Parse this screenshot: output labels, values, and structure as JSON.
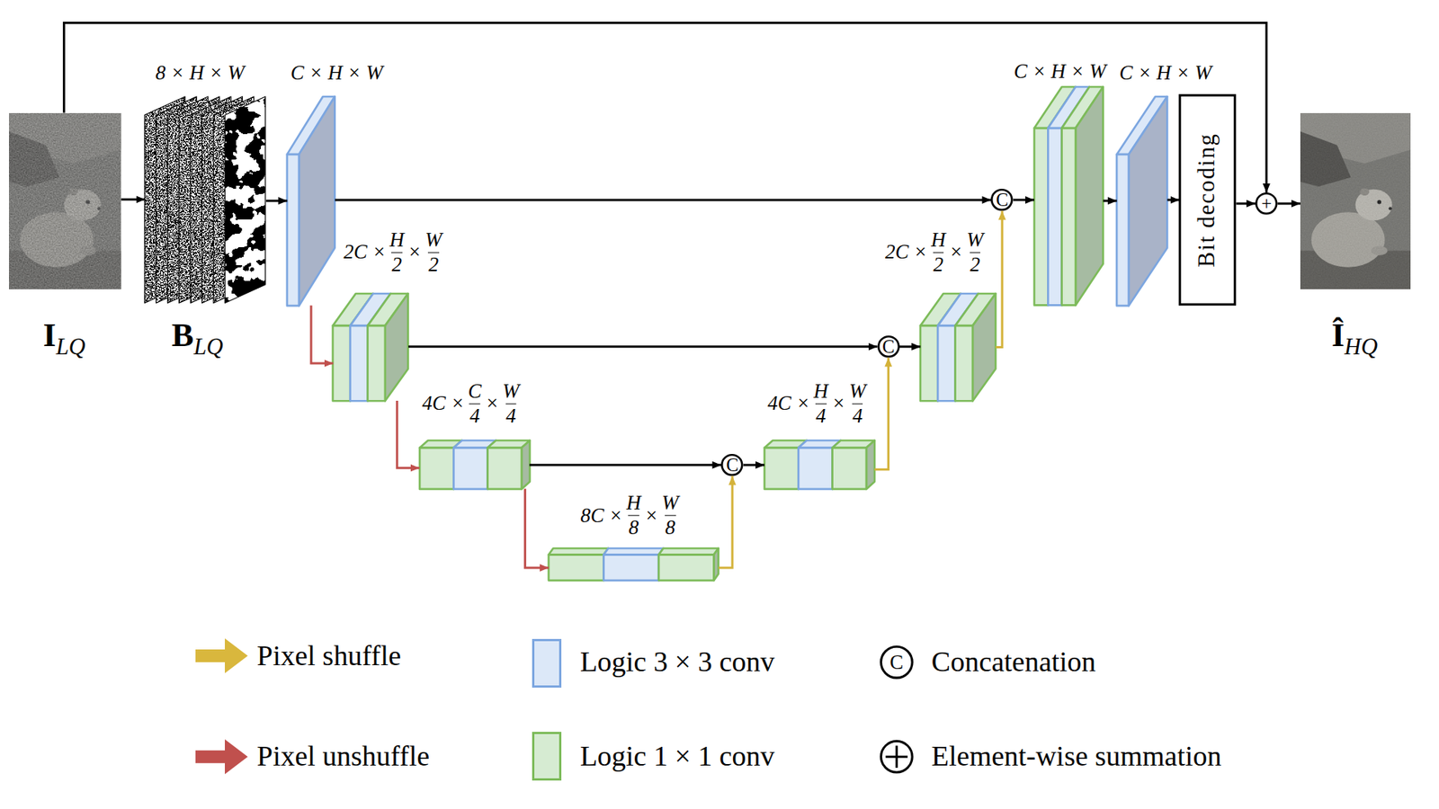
{
  "diagram": {
    "nodes": [
      {
        "text": [
          "I",
          "LQ"
        ]
      },
      {
        "text": [
          "8 × H × W",
          "B",
          "LQ"
        ]
      },
      {
        "text": [
          "C × H × W"
        ]
      },
      {
        "text": [
          "2C ×",
          "H",
          "2",
          "×",
          "W",
          "2"
        ]
      },
      {
        "text": [
          "4C ×",
          "C",
          "4",
          "×",
          "W",
          "4"
        ]
      },
      {
        "text": [
          "8C ×",
          "H",
          "8",
          "×",
          "W",
          "8"
        ]
      },
      {
        "text": [
          "C"
        ]
      },
      {
        "text": [
          "4C ×",
          "H",
          "4",
          "×",
          "W",
          "4"
        ]
      },
      {
        "text": [
          "C"
        ]
      },
      {
        "text": [
          "2C ×",
          "H",
          "2",
          "×",
          "W",
          "2"
        ]
      },
      {
        "text": [
          "C"
        ]
      },
      {
        "text": [
          "C × H × W"
        ]
      },
      {
        "text": [
          "C × H × W"
        ]
      },
      {
        "text": [
          "Bit decoding"
        ]
      },
      {
        "text": [
          "+"
        ]
      },
      {
        "text": [
          "Î",
          "HQ"
        ]
      }
    ],
    "edges": [
      {
        "from": 0,
        "to": 1,
        "arrow": "to"
      },
      {
        "from": 1,
        "to": 2,
        "arrow": "to"
      },
      {
        "from": 2,
        "to": 10,
        "arrow": "to"
      },
      {
        "from": 2,
        "to": 3,
        "arrow": "to"
      },
      {
        "from": 3,
        "to": 8,
        "arrow": "to"
      },
      {
        "from": 3,
        "to": 4,
        "arrow": "to"
      },
      {
        "from": 4,
        "to": 6,
        "arrow": "to"
      },
      {
        "from": 4,
        "to": 5,
        "arrow": "to"
      },
      {
        "from": 5,
        "to": 6,
        "arrow": "to"
      },
      {
        "from": 6,
        "to": 7,
        "arrow": "to"
      },
      {
        "from": 7,
        "to": 8,
        "arrow": "to"
      },
      {
        "from": 8,
        "to": 9,
        "arrow": "to"
      },
      {
        "from": 9,
        "to": 10,
        "arrow": "to"
      },
      {
        "from": 10,
        "to": 11,
        "arrow": "to"
      },
      {
        "from": 11,
        "to": 12,
        "arrow": "to"
      },
      {
        "from": 12,
        "to": 13,
        "arrow": "to"
      },
      {
        "from": 13,
        "to": 14,
        "arrow": "to"
      },
      {
        "from": 14,
        "to": 15,
        "arrow": "to"
      },
      {
        "from": 0,
        "to": 14,
        "arrow": "to"
      }
    ],
    "labels": [
      "C"
    ],
    "legend": [
      {
        "text": "Pixel shuffle"
      },
      {
        "text": "Pixel unshuffle"
      },
      {
        "text": "Logic 3 × 3 conv",
        "color": "#dce8f8"
      },
      {
        "text": "Logic 1 × 1 conv",
        "color": "#d6ebd2"
      },
      {
        "text": "Concatenation"
      },
      {
        "text": "Element-wise summation"
      }
    ]
  }
}
